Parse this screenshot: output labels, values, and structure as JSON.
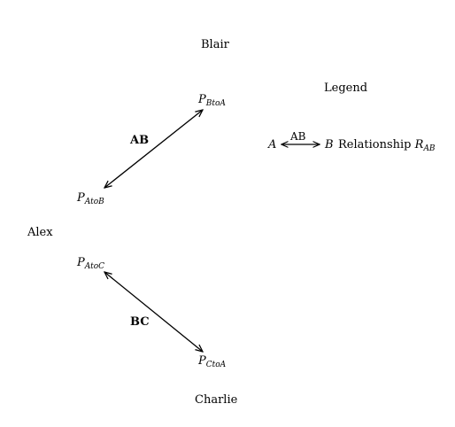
{
  "people": {
    "blair": "Blair",
    "alex": "Alex",
    "charlie": "Charlie"
  },
  "points": {
    "p_b_to_a": {
      "main": "P",
      "sub": "BtoA"
    },
    "p_a_to_b": {
      "main": "P",
      "sub": "AtoB"
    },
    "p_a_to_c": {
      "main": "P",
      "sub": "AtoC"
    },
    "p_c_to_a": {
      "main": "P",
      "sub": "CtoA"
    }
  },
  "edges": {
    "ab": "AB",
    "bc": "BC"
  },
  "legend": {
    "title": "Legend",
    "left_var": "A",
    "arrow_label": "AB",
    "right_var": "B",
    "relationship_text": "Relationship",
    "rel_main": "R",
    "rel_sub": "AB"
  },
  "colors": {
    "stroke": "#000000",
    "background": "#ffffff"
  }
}
